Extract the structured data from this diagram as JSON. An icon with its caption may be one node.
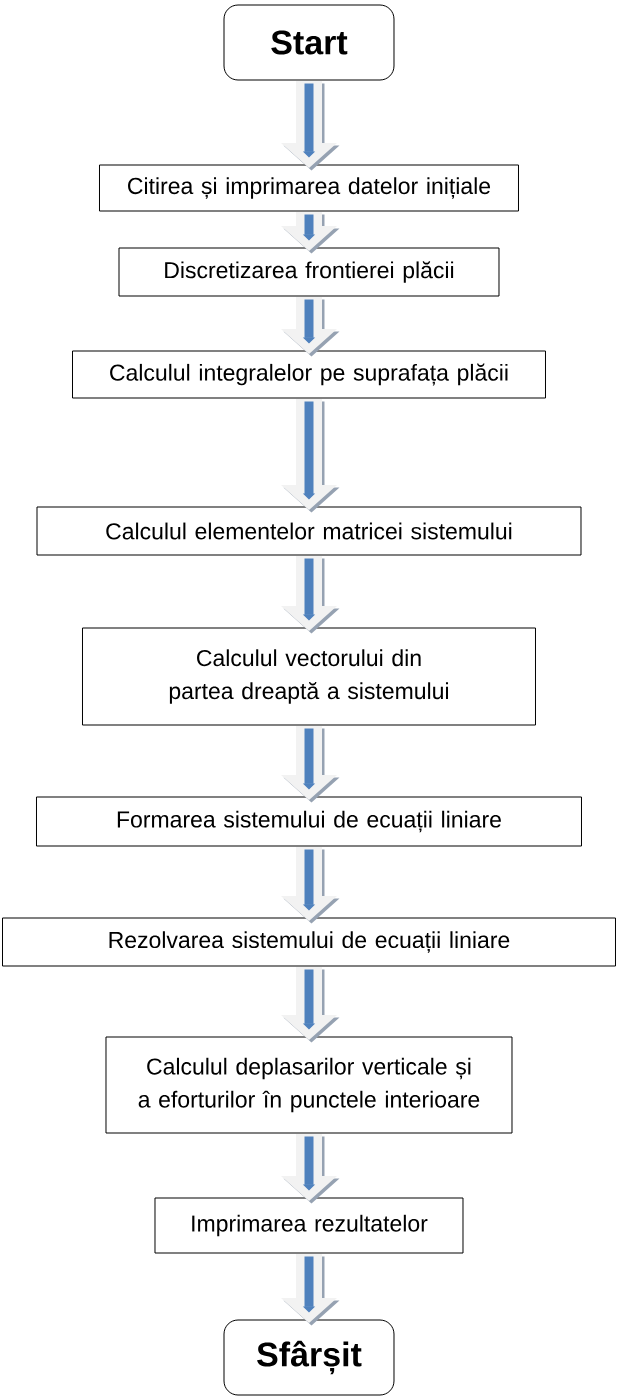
{
  "diagram": {
    "nodes": [
      {
        "text": [
          "Start"
        ]
      },
      {
        "text": [
          "Citirea și imprimarea datelor inițiale"
        ]
      },
      {
        "text": [
          "Discretizarea frontierei  plăcii"
        ]
      },
      {
        "text": [
          "Calculul integralelor pe suprafața plăcii"
        ]
      },
      {
        "text": [
          "Calculul elementelor matricei sistemului"
        ]
      },
      {
        "text": [
          "Calculul vectorului din partea dreaptă a sistemului"
        ]
      },
      {
        "text": [
          "Formarea sistemului de ecuații liniare"
        ]
      },
      {
        "text": [
          "Rezolvarea sistemului de ecuații liniare"
        ]
      },
      {
        "text": [
          "Calculul deplasarilor verticale și  a eforturilor în punctele interioare"
        ]
      },
      {
        "text": [
          "Imprimarea rezultatelor"
        ]
      },
      {
        "text": [
          "Sfârșit"
        ]
      }
    ],
    "edges": [
      {
        "from": 0,
        "to": 1,
        "arrow": "to"
      },
      {
        "from": 1,
        "to": 2,
        "arrow": "to"
      },
      {
        "from": 2,
        "to": 3,
        "arrow": "to"
      },
      {
        "from": 3,
        "to": 4,
        "arrow": "to"
      },
      {
        "from": 4,
        "to": 5,
        "arrow": "to"
      },
      {
        "from": 5,
        "to": 6,
        "arrow": "to"
      },
      {
        "from": 6,
        "to": 7,
        "arrow": "to"
      },
      {
        "from": 7,
        "to": 8,
        "arrow": "to"
      },
      {
        "from": 8,
        "to": 9,
        "arrow": "to"
      },
      {
        "from": 9,
        "to": 10,
        "arrow": "to"
      }
    ]
  }
}
